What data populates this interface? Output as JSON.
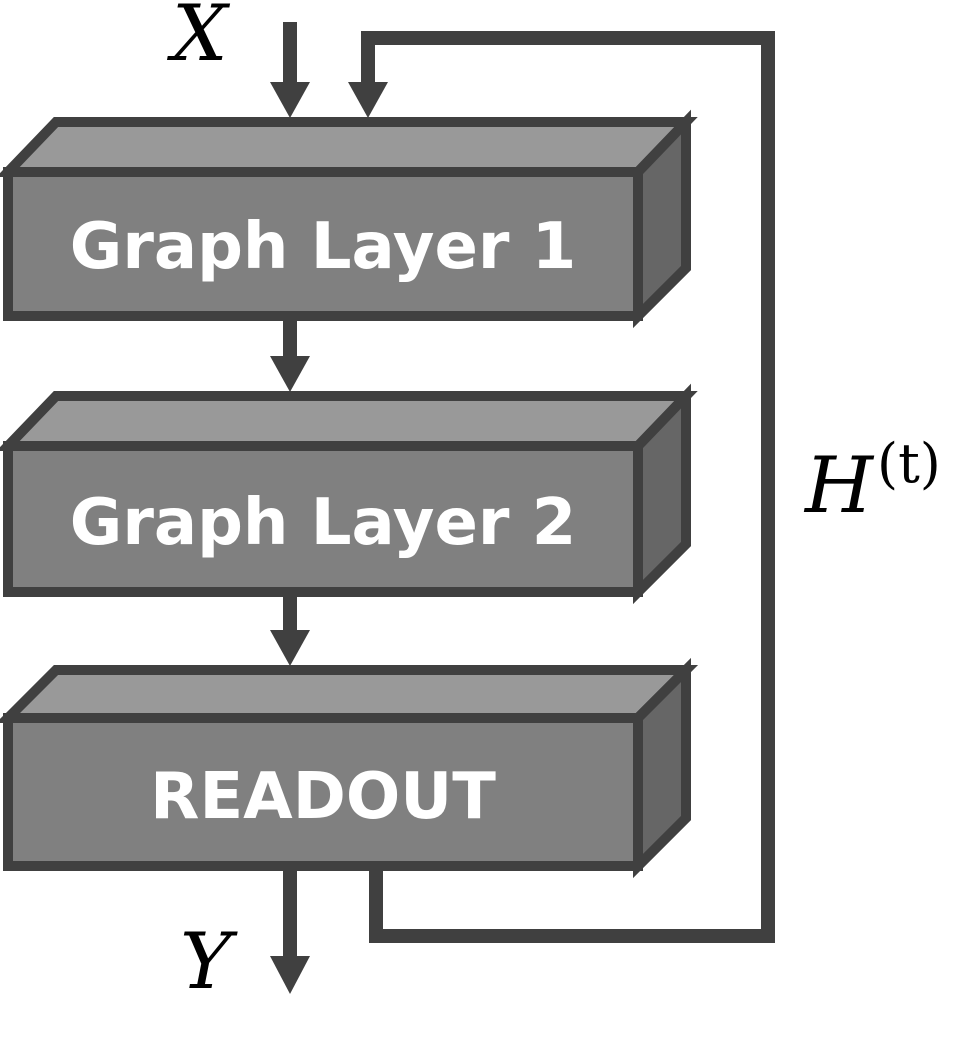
{
  "layers": [
    {
      "label": "Graph Layer 1"
    },
    {
      "label": "Graph Layer 2"
    },
    {
      "label": "READOUT"
    }
  ],
  "input_label": "X",
  "output_label": "Y",
  "feedback_label": {
    "base": "H",
    "superscript": "(t)"
  },
  "colors": {
    "box_front": "#808080",
    "box_top": "#999999",
    "box_side": "#666666",
    "stroke": "#404040",
    "label_text": "#ffffff"
  }
}
